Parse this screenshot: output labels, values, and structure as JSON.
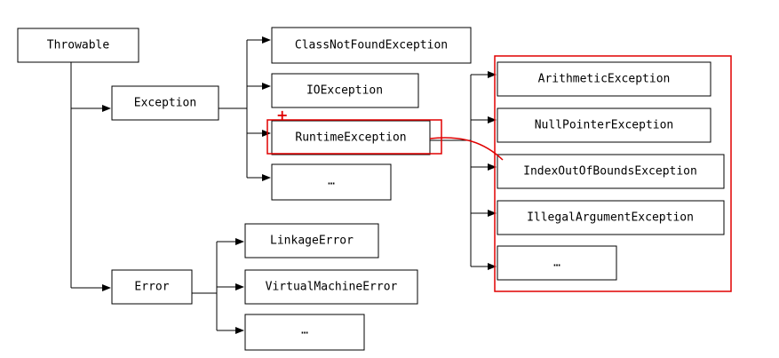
{
  "diagram": {
    "nodes": {
      "throwable": "Throwable",
      "exception": "Exception",
      "error": "Error",
      "class_not_found": "ClassNotFoundException",
      "io_exception": "IOException",
      "runtime_exception": "RuntimeException",
      "exception_more": "…",
      "linkage_error": "LinkageError",
      "virtual_machine_error": "VirtualMachineError",
      "error_more": "…",
      "arithmetic": "ArithmeticException",
      "null_pointer": "NullPointerException",
      "index_out_of_bounds": "IndexOutOfBoundsException",
      "illegal_argument": "IllegalArgumentException",
      "runtime_more": "…"
    },
    "highlight": {
      "marker": "+",
      "color": "#e00000"
    }
  }
}
